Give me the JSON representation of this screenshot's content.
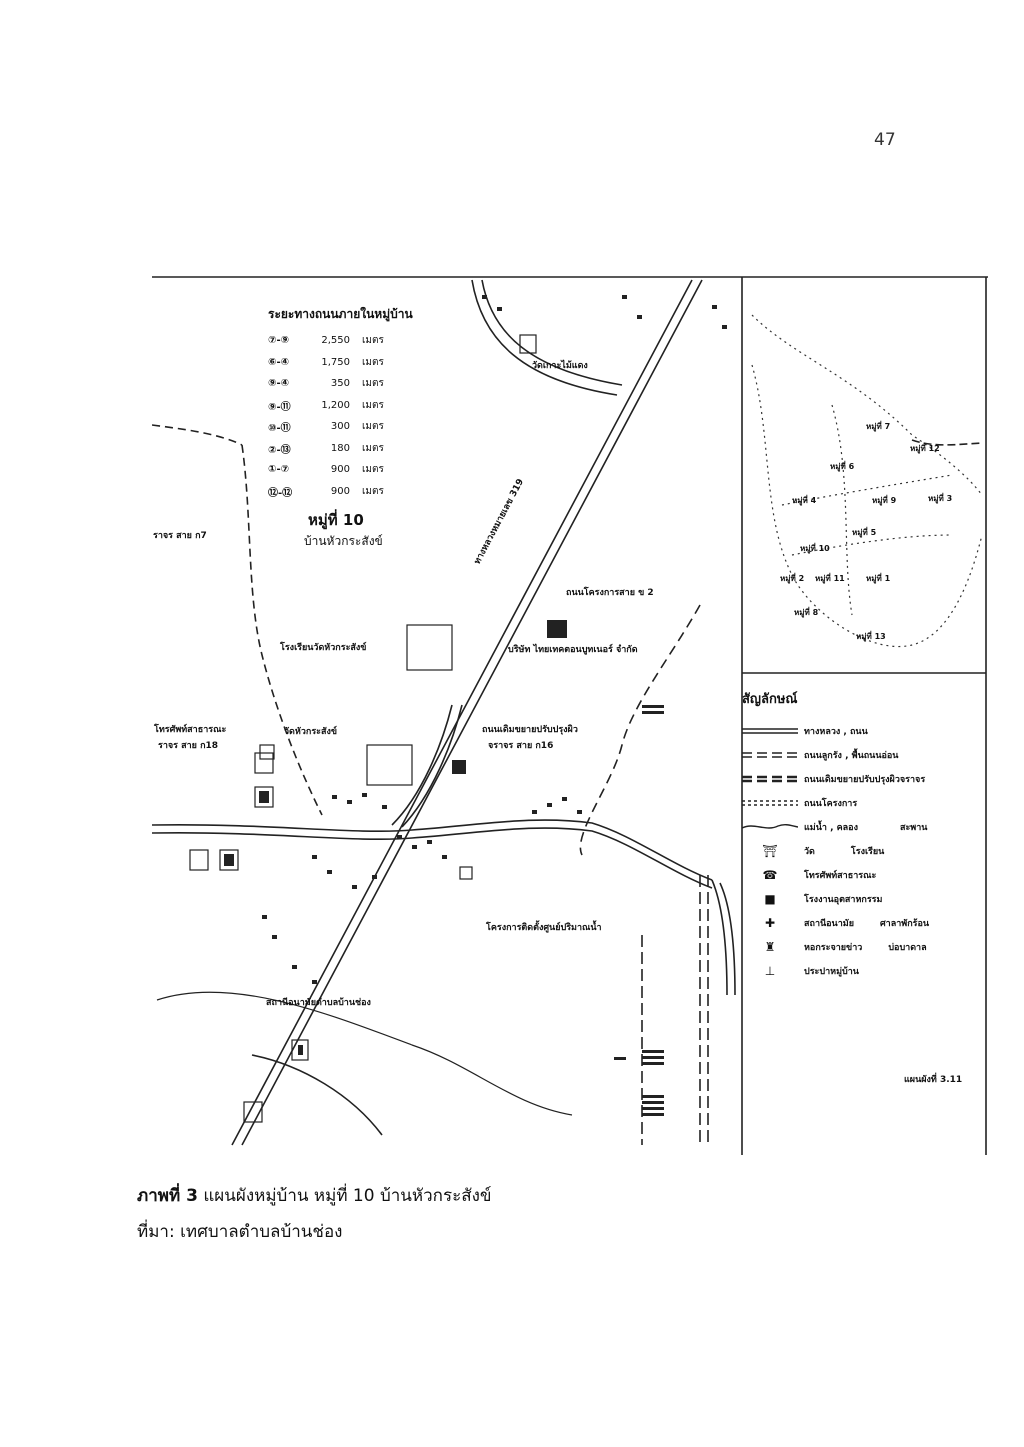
{
  "page_number": "47",
  "distance_table": {
    "title": "ระยะทางถนนภายในหมู่บ้าน",
    "rows": [
      {
        "pair": "⑦-⑨",
        "value": "2,550",
        "unit": "เมตร"
      },
      {
        "pair": "⑥-④",
        "value": "1,750",
        "unit": "เมตร"
      },
      {
        "pair": "⑨-④",
        "value": "350",
        "unit": "เมตร"
      },
      {
        "pair": "⑨-⑪",
        "value": "1,200",
        "unit": "เมตร"
      },
      {
        "pair": "⑩-⑪",
        "value": "300",
        "unit": "เมตร"
      },
      {
        "pair": "②-⑬",
        "value": "180",
        "unit": "เมตร"
      },
      {
        "pair": "①-⑦",
        "value": "900",
        "unit": "เมตร"
      },
      {
        "pair": "⑫-⑫",
        "value": "900",
        "unit": "เมตร"
      }
    ],
    "village_no": "หมู่ที่ 10",
    "village_name": "บ้านหัวกระสังข์"
  },
  "map_labels": {
    "temple_north": "วัดเกาะไม้แดง",
    "road_n7": "ราจร สาย ก7",
    "highway": "ทางหลวงหมายเลข 319",
    "project_road": "ถนนโครงการสาย ข 2",
    "school": "โรงเรียนวัดหัวกระสังข์",
    "company": "บริษัท ไทยเทคตอนบูทเนอร์ จำกัด",
    "phone": "โทรศัพท์สาธารณะ",
    "road_k18": "ราจร สาย ก18",
    "temple_center": "วัดหัวกระสังข์",
    "old_road_upgrade": "ถนนเดิมขยายปรับปรุงผิว",
    "road_k16": "จราจร สาย ก16",
    "dam_project": "โครงการติดตั้งศูนย์ปริมาณน้ำ",
    "health_station": "สถานีอนามัยตำบลบ้านช่อง"
  },
  "inset": {
    "villages": [
      "หมู่ที่ 7",
      "หมู่ที่ 12",
      "หมู่ที่ 6",
      "หมู่ที่ 4",
      "หมู่ที่ 3",
      "หมู่ที่ 5",
      "หมู่ที่ 1",
      "หมู่ที่ 11",
      "หมู่ที่ 8",
      "หมู่ที่ 13",
      "หมู่ที่ 2",
      "หมู่ที่ 10",
      "หมู่ที่ 9"
    ]
  },
  "legend": {
    "title": "สัญลักษณ์",
    "items": [
      {
        "label": "ทางหลวง , ถนน",
        "icon": "double-line"
      },
      {
        "label": "ถนนลูกรัง , พื้นถนนอ่อน",
        "icon": "dashed-double-line"
      },
      {
        "label": "ถนนเดิมขยายปรับปรุงผิวจราจร",
        "icon": "bold-dashed-line"
      },
      {
        "label": "ถนนโครงการ",
        "icon": "dotted-double-line"
      },
      {
        "label": "แม่น้ำ , คลอง",
        "extra": "สะพาน",
        "icon": "river-line"
      },
      {
        "label": "วัด",
        "extra": "โรงเรียน",
        "icon": "temple-icon"
      },
      {
        "label": "โทรศัพท์สาธารณะ",
        "icon": "phone-icon"
      },
      {
        "label": "โรงงานอุตสาหกรรม",
        "icon": "factory-icon"
      },
      {
        "label": "สถานีอนามัย",
        "extra": "ศาลาพักร้อน",
        "icon": "health-icon"
      },
      {
        "label": "หอกระจายข่าว",
        "extra": "บ่อบาดาล",
        "icon": "tower-icon"
      },
      {
        "label": "ประปาหมู่บ้าน",
        "icon": "water-supply-icon"
      }
    ],
    "map_sheet": "แผนผังที่ 3.11"
  },
  "caption": {
    "prefix": "ภาพที่ 3",
    "text": " แผนผังหมู่บ้าน หมู่ที่ 10 บ้านหัวกระสังข์"
  },
  "source": "ที่มา: เทศบาลตำบลบ้านช่อง"
}
